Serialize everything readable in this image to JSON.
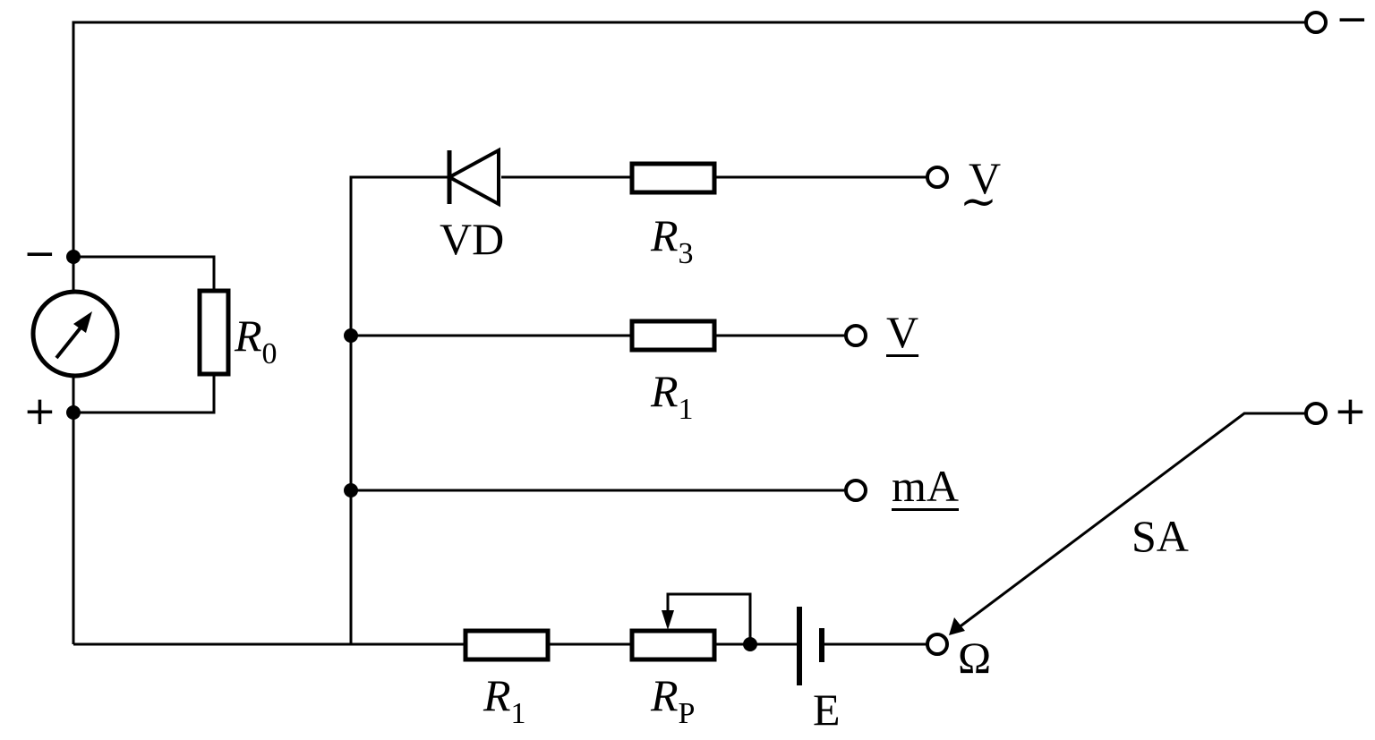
{
  "labels": {
    "meter_minus": "−",
    "meter_plus": "+",
    "r0": "R",
    "r0_sub": "0",
    "vd": "VD",
    "r3": "R",
    "r3_sub": "3",
    "ac_v": "V",
    "ac_tilde": "~",
    "r1_mid": "R",
    "r1_mid_sub": "1",
    "dc_v": "V",
    "ma": "mA",
    "r1_bot": "R",
    "r1_bot_sub": "1",
    "rp": "R",
    "rp_sub": "P",
    "battery": "E",
    "ohm": "Ω",
    "switch": "SA",
    "term_minus": "−",
    "term_plus": "+"
  }
}
